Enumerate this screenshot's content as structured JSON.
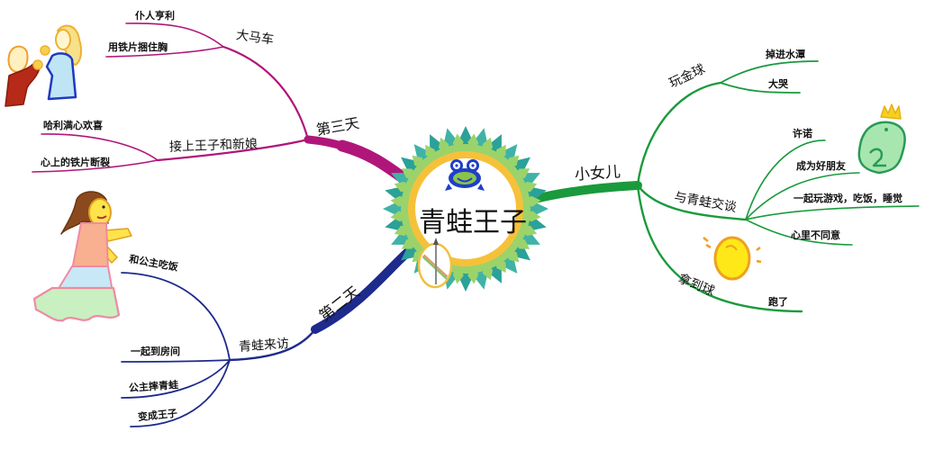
{
  "center": {
    "title": "青蛙王子",
    "icons": [
      "frog-icon",
      "pencil-ruler-icon"
    ]
  },
  "colors": {
    "day3_branch": "#b0167a",
    "day2_branch": "#1e2a8c",
    "girl_branch": "#1a9a3c",
    "petal_outer": "#2aa199",
    "petal_inner": "#9bd36a",
    "ring": "#f6c13a"
  },
  "branches": {
    "day3": {
      "label": "第三天",
      "children": [
        {
          "label": "大马车",
          "children": [
            "仆人亨利",
            "用铁片捆住胸"
          ]
        },
        {
          "label": "接上王子和新娘",
          "children": [
            "哈利满心欢喜",
            "心上的铁片断裂"
          ]
        }
      ]
    },
    "day2": {
      "label": "第二天",
      "children": [
        {
          "label": "青蛙来访",
          "children": [
            "和公主吃饭",
            "一起到房间",
            "公主摔青蛙",
            "变成王子"
          ]
        }
      ]
    },
    "girl": {
      "label": "小女儿",
      "children": [
        {
          "label": "玩金球",
          "children": [
            "掉进水潭",
            "大哭"
          ]
        },
        {
          "label": "与青蛙交谈",
          "children": [
            "许诺",
            "成为好朋友",
            "一起玩游戏，吃饭，睡觉",
            "心里不同意"
          ]
        },
        {
          "label": "拿到球",
          "children": [
            "跑了"
          ]
        }
      ]
    }
  },
  "illustrations": [
    "servant-and-princess-drawing",
    "princess-drawing",
    "crowned-frog-drawing",
    "lightbulb-drawing"
  ]
}
